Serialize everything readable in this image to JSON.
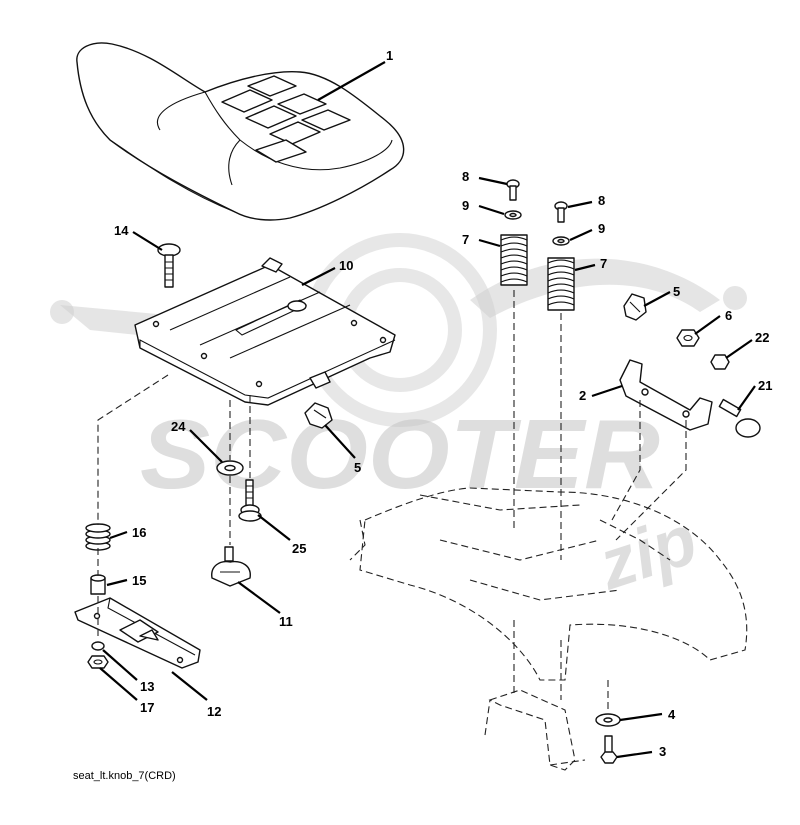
{
  "diagram": {
    "caption": "seat_lt.knob_7(CRD)",
    "watermark": {
      "word": "SCOOTER",
      "suffix": "zip"
    },
    "callouts": {
      "c1": "1",
      "c2": "2",
      "c3": "3",
      "c4": "4",
      "c5a": "5",
      "c5b": "5",
      "c6": "6",
      "c7a": "7",
      "c7b": "7",
      "c8a": "8",
      "c8b": "8",
      "c9a": "9",
      "c9b": "9",
      "c10": "10",
      "c11": "11",
      "c12": "12",
      "c13": "13",
      "c14": "14",
      "c15": "15",
      "c16": "16",
      "c17": "17",
      "c21": "21",
      "c22": "22",
      "c24": "24",
      "c25": "25"
    }
  }
}
